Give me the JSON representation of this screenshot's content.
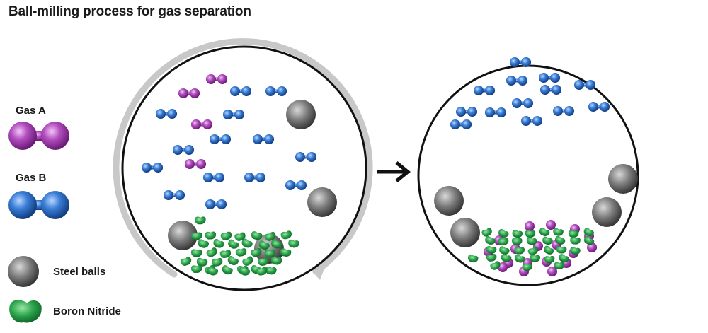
{
  "title": "Ball-milling process for gas separation",
  "legend": {
    "gas_a": "Gas A",
    "gas_b": "Gas B",
    "steel_balls": "Steel balls",
    "boron_nitride": "Boron Nitride"
  },
  "colors": {
    "gas_a": "#8e2a99",
    "gas_b": "#1f5fb0",
    "steel": "#4a4a4a",
    "boron_nitride": "#1f8f3a",
    "rotation_arrow": "#c8c8c8",
    "chamber_outline": "#111111"
  },
  "icons": {
    "process_arrow": "right-arrow-icon",
    "rotation_arrow": "circular-arrow-icon"
  }
}
